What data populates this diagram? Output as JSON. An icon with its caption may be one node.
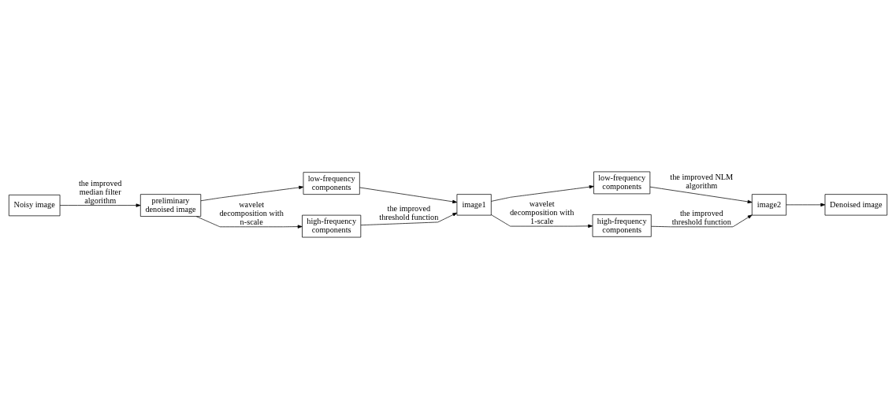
{
  "diagram": {
    "nodes": [
      {
        "text": [
          "Noisy image"
        ]
      },
      {
        "text": [
          "preliminary denoised image"
        ]
      },
      {
        "text": [
          "low-frequency components"
        ]
      },
      {
        "text": [
          "high-frequency components"
        ]
      },
      {
        "text": [
          "image1"
        ]
      },
      {
        "text": [
          "low-frequency components"
        ]
      },
      {
        "text": [
          "high-frequency components"
        ]
      },
      {
        "text": [
          "image2"
        ]
      },
      {
        "text": [
          "Denoised image"
        ]
      }
    ],
    "edges": [
      {
        "from": 0,
        "to": 1,
        "arrow": "to",
        "label": "the improved median filter algorithm"
      },
      {
        "from": 1,
        "to": 2,
        "arrow": "to"
      },
      {
        "from": 1,
        "to": 3,
        "arrow": "to",
        "label": "wavelet decomposition with n-scale"
      },
      {
        "from": 2,
        "to": 4,
        "arrow": "to"
      },
      {
        "from": 3,
        "to": 4,
        "arrow": "to",
        "label": "the improved threshold function"
      },
      {
        "from": 4,
        "to": 5,
        "arrow": "to"
      },
      {
        "from": 4,
        "to": 6,
        "arrow": "to",
        "label": "wavelet decomposition with 1-scale"
      },
      {
        "from": 5,
        "to": 7,
        "arrow": "to",
        "label": "the improved NLM algorithm"
      },
      {
        "from": 6,
        "to": 7,
        "arrow": "to",
        "label": "the improved threshold function"
      },
      {
        "from": 7,
        "to": 8,
        "arrow": "to"
      }
    ]
  }
}
